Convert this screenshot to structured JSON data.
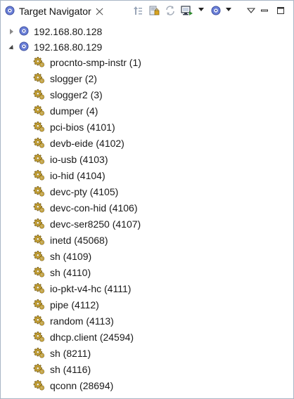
{
  "view": {
    "title": "Target Navigator",
    "icon": "target-navigator-icon"
  },
  "toolbar": {
    "buttons": [
      {
        "name": "collapse-up-icon"
      },
      {
        "name": "lock-icon"
      },
      {
        "name": "sync-icon"
      },
      {
        "name": "new-target-icon"
      },
      {
        "name": "target-menu-icon"
      },
      {
        "name": "view-menu-icon"
      },
      {
        "name": "minimize-icon"
      },
      {
        "name": "maximize-icon"
      }
    ]
  },
  "colors": {
    "target_icon_fill": "#6a7fd8",
    "gear_icon_fill": "#c8a232",
    "border": "#a9b6c6"
  },
  "targets": [
    {
      "label": "192.168.80.128",
      "expanded": false
    },
    {
      "label": "192.168.80.129",
      "expanded": true
    }
  ],
  "processes": [
    {
      "label": "procnto-smp-instr (1)"
    },
    {
      "label": "slogger (2)"
    },
    {
      "label": "slogger2 (3)"
    },
    {
      "label": "dumper (4)"
    },
    {
      "label": "pci-bios (4101)"
    },
    {
      "label": "devb-eide (4102)"
    },
    {
      "label": "io-usb (4103)"
    },
    {
      "label": "io-hid (4104)"
    },
    {
      "label": "devc-pty (4105)"
    },
    {
      "label": "devc-con-hid (4106)"
    },
    {
      "label": "devc-ser8250 (4107)"
    },
    {
      "label": "inetd (45068)"
    },
    {
      "label": "sh (4109)"
    },
    {
      "label": "sh (4110)"
    },
    {
      "label": "io-pkt-v4-hc (4111)"
    },
    {
      "label": "pipe (4112)"
    },
    {
      "label": "random (4113)"
    },
    {
      "label": "dhcp.client (24594)"
    },
    {
      "label": "sh (8211)"
    },
    {
      "label": "sh (4116)"
    },
    {
      "label": "qconn (28694)"
    }
  ]
}
